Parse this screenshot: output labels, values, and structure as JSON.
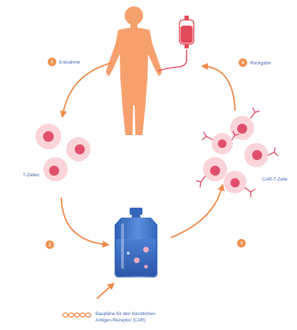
{
  "steps": [
    {
      "number": "1",
      "label": "Entnahme"
    },
    {
      "number": "2",
      "label": ""
    },
    {
      "number": "3",
      "label": ""
    },
    {
      "number": "4",
      "label": "Rückgabe"
    }
  ],
  "labels": {
    "t_cells": "T-Zellen",
    "car_t_cells": "CAR-T-Zelle",
    "car_receptor_line1": "Baupläne für den künstlichen",
    "car_receptor_line2": "Antigen-Rezeptor (CAR)"
  },
  "colors": {
    "body": "#f6a06d",
    "arrow": "#f08a4b",
    "badge": "#f0914f",
    "cell_halo": "#fad4d9",
    "cell_nucleus": "#e0506b",
    "bottle": "#3f72c4",
    "text": "#3a62b0",
    "blood_bag": "#e24b59"
  },
  "icons": {
    "human": "human-figure-icon",
    "blood_bag": "iv-blood-bag-icon",
    "bottle": "culture-bottle-icon",
    "dna": "dna-strand-icon",
    "receptor": "receptor-y-icon"
  }
}
